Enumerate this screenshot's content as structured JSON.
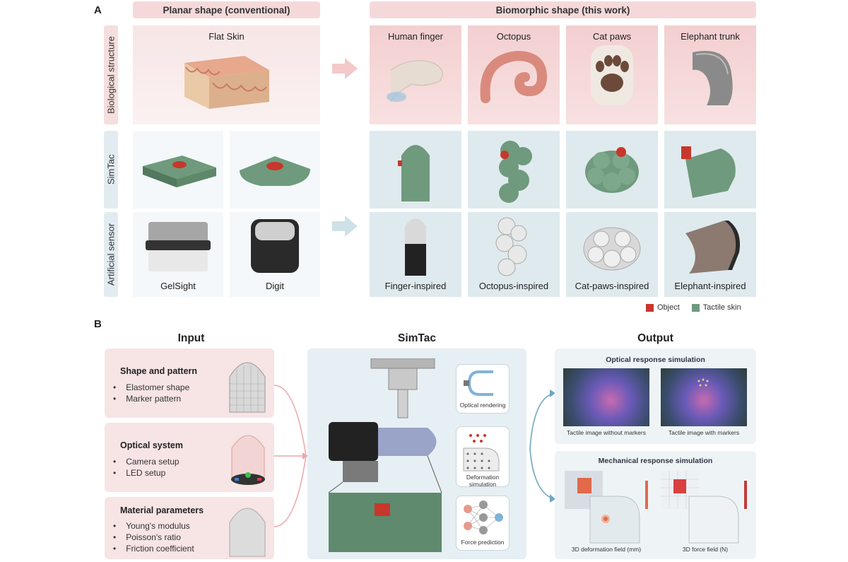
{
  "panel_a": {
    "letter": "A",
    "planar_header": "Planar shape (conventional)",
    "biomorphic_header": "Biomorphic shape (this work)",
    "row_labels": [
      "Biological structure",
      "SimTac",
      "Artificial sensor"
    ],
    "planar": {
      "bio_title": "Flat Skin",
      "sensors": [
        "GelSight",
        "Digit"
      ]
    },
    "biomorphic": {
      "bio_titles": [
        "Human finger",
        "Octopus",
        "Cat paws",
        "Elephant trunk"
      ],
      "sensors": [
        "Finger-inspired",
        "Octopus-inspired",
        "Cat-paws-inspired",
        "Elephant-inspired"
      ]
    },
    "legend": [
      {
        "label": "Object",
        "color": "#c8372b"
      },
      {
        "label": "Tactile skin",
        "color": "#6f9a7d"
      }
    ]
  },
  "panel_b": {
    "letter": "B",
    "input_title": "Input",
    "simtac_title": "SimTac",
    "output_title": "Output",
    "inputs": [
      {
        "title": "Shape and pattern",
        "items": [
          "Elastomer shape",
          "Marker pattern"
        ]
      },
      {
        "title": "Optical system",
        "items": [
          "Camera setup",
          "LED setup"
        ]
      },
      {
        "title": "Material parameters",
        "items": [
          "Young's modulus",
          "Poisson's ratio",
          "Friction coefficient"
        ]
      }
    ],
    "bullet": "•",
    "modules": [
      "Optical rendering",
      "Deformation simulation",
      "Force prediction"
    ],
    "optical_title": "Optical response simulation",
    "optical_captions": [
      "Tactile image without markers",
      "Tactile image with markers"
    ],
    "mechanical_title": "Mechanical response simulation",
    "mechanical_captions": [
      "3D deformation field (mm)",
      "3D force field (N)"
    ]
  }
}
